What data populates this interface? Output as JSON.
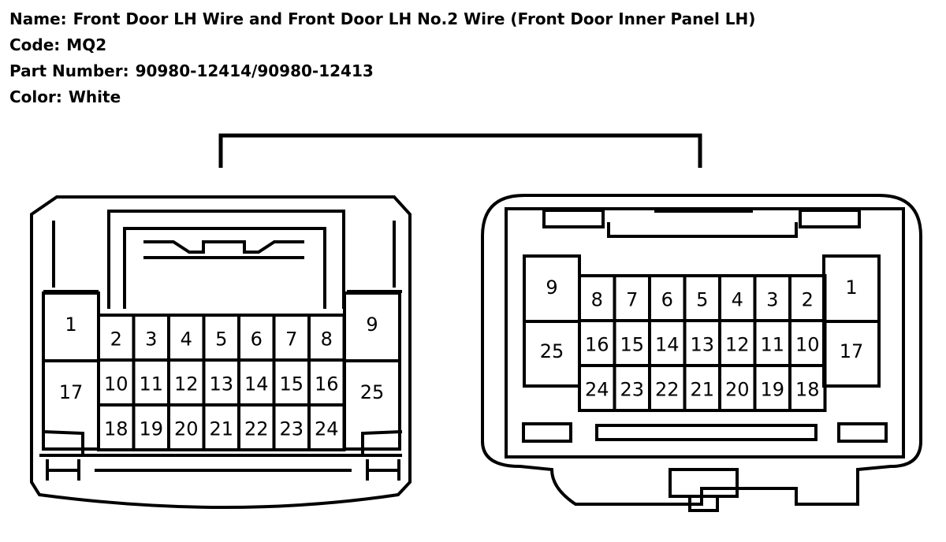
{
  "header": {
    "name_label": "Name:",
    "name_value": "Front Door LH Wire and Front Door LH No.2 Wire (Front Door Inner Panel LH)",
    "code_label": "Code:",
    "code_value": "MQ2",
    "part_label": "Part Number:",
    "part_value": "90980-12414/90980-12413",
    "color_label": "Color:",
    "color_value": "White"
  },
  "left_connector": {
    "left_pins": [
      "1",
      "17"
    ],
    "right_pins": [
      "9",
      "25"
    ],
    "rows": [
      [
        "2",
        "3",
        "4",
        "5",
        "6",
        "7",
        "8"
      ],
      [
        "10",
        "11",
        "12",
        "13",
        "14",
        "15",
        "16"
      ],
      [
        "18",
        "19",
        "20",
        "21",
        "22",
        "23",
        "24"
      ]
    ]
  },
  "right_connector": {
    "left_pins": [
      "9",
      "25"
    ],
    "right_pins": [
      "1",
      "17"
    ],
    "rows": [
      [
        "8",
        "7",
        "6",
        "5",
        "4",
        "3",
        "2"
      ],
      [
        "16",
        "15",
        "14",
        "13",
        "12",
        "11",
        "10"
      ],
      [
        "24",
        "23",
        "22",
        "21",
        "20",
        "19",
        "18"
      ]
    ]
  }
}
